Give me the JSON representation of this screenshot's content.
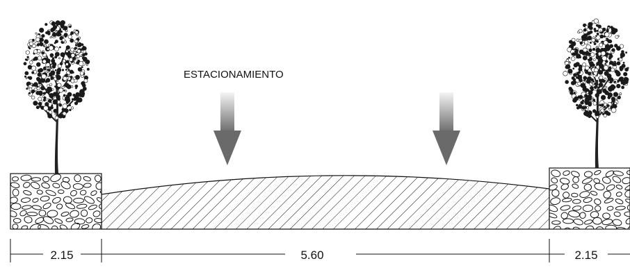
{
  "title": "ESTACIONAMIENTO",
  "dimensions": {
    "left_sidewalk": "2.15",
    "road": "5.60",
    "right_sidewalk": "2.15"
  },
  "colors": {
    "line": "#111111",
    "arrow_dark": "#6a6a6a",
    "arrow_light": "#f2f2f2",
    "tree_foliage": "#1a1a1a"
  },
  "icons": {
    "tree": "tree-icon",
    "arrow": "arrow-down-icon"
  }
}
